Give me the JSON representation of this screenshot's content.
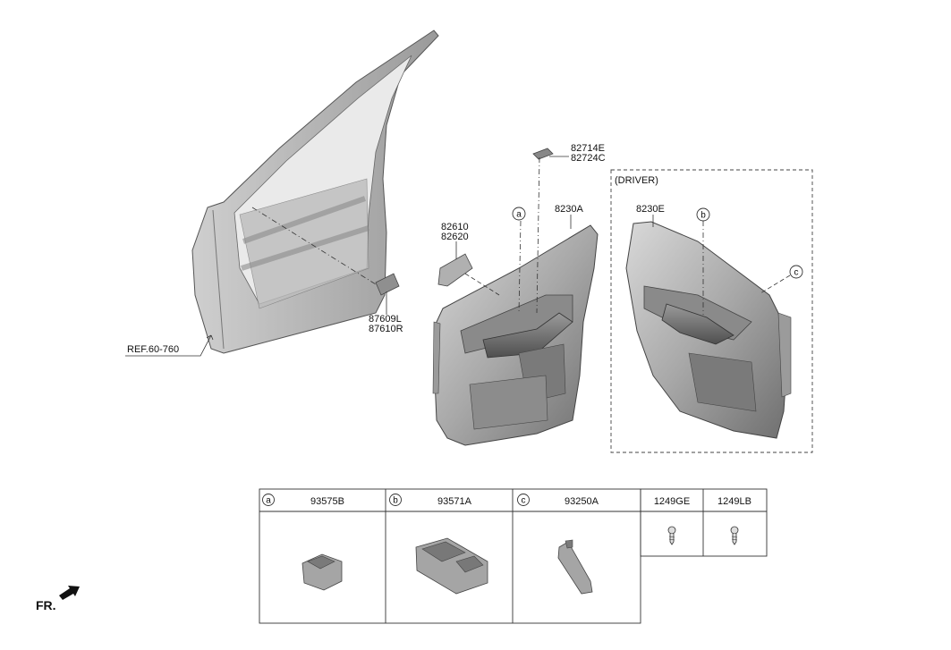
{
  "labels": {
    "ref": "REF.60-760",
    "part_87609": "87609L",
    "part_87610": "87610R",
    "part_82610": "82610",
    "part_82620": "82620",
    "part_82714": "82714E",
    "part_82724": "82724C",
    "part_8230a": "8230A",
    "part_8230e": "8230E",
    "driver": "(DRIVER)",
    "callout_a": "a",
    "callout_b": "b",
    "callout_c": "c",
    "fr": "FR."
  },
  "table": {
    "cells": [
      {
        "letter": "a",
        "part": "93575B"
      },
      {
        "letter": "b",
        "part": "93571A"
      },
      {
        "letter": "c",
        "part": "93250A"
      }
    ],
    "extras": [
      {
        "part": "1249GE"
      },
      {
        "part": "1249LB"
      }
    ]
  }
}
